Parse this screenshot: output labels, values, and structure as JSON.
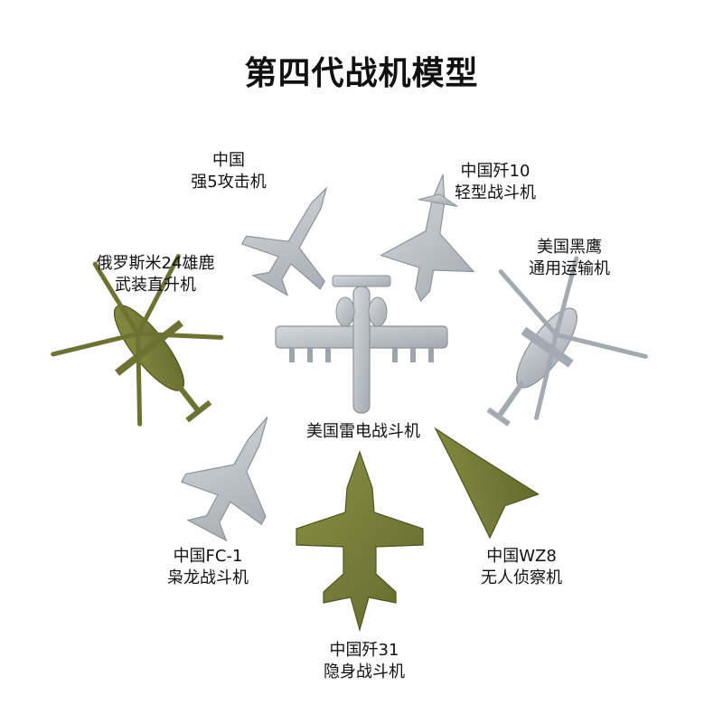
{
  "title": "第四代战机模型",
  "colors": {
    "grey_model": "#b9bec4",
    "olive_model": "#7a7f3a",
    "text": "#111111"
  },
  "labels": {
    "q5": [
      "中国",
      "强5攻击机"
    ],
    "j10": [
      "中国歼10",
      "轻型战斗机"
    ],
    "mi24": [
      "俄罗斯米24雄鹿",
      "武装直升机"
    ],
    "blackhawk": [
      "美国黑鹰",
      "通用运输机"
    ],
    "a10": [
      "美国雷电战斗机"
    ],
    "fc1": [
      "中国FC-1",
      "枭龙战斗机"
    ],
    "wz8": [
      "中国WZ8",
      "无人侦察机"
    ],
    "j31": [
      "中国歼31",
      "隐身战斗机"
    ]
  }
}
